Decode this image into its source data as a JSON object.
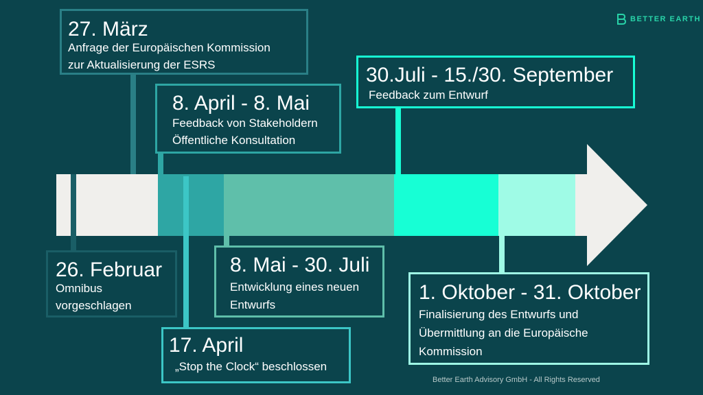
{
  "logo": {
    "text": "BETTER EARTH",
    "icon": "leaf-b-icon"
  },
  "footer": "Better Earth Advisory GmbH - All Rights Reserved",
  "colors": {
    "background": "#0b444c",
    "bar_light": "#f0efec",
    "seg1": "#2ea6a4",
    "seg2": "#5fbfaa",
    "seg3": "#17ffd5",
    "seg4": "#9ffbe6"
  },
  "events": [
    {
      "date": "27. März",
      "desc": [
        "Anfrage der Europäischen Kommission",
        "zur Aktualisierung der ESRS"
      ]
    },
    {
      "date": "8. April - 8. Mai",
      "desc": [
        "Feedback von Stakeholdern",
        "Öffentliche Konsultation"
      ]
    },
    {
      "date": "30.Juli - 15./30. September",
      "desc": [
        "Feedback zum Entwurf"
      ]
    },
    {
      "date": "26. Februar",
      "desc": [
        "Omnibus",
        "vorgeschlagen"
      ]
    },
    {
      "date": "8. Mai - 30. Juli",
      "desc": [
        "Entwicklung eines neuen",
        "Entwurfs"
      ]
    },
    {
      "date": "17. April",
      "desc": [
        "„Stop the Clock“ beschlossen"
      ]
    },
    {
      "date": "1. Oktober - 31. Oktober",
      "desc": [
        "Finalisierung des Entwurfs und",
        "Übermittlung an die Europäische",
        "Kommission"
      ]
    }
  ]
}
